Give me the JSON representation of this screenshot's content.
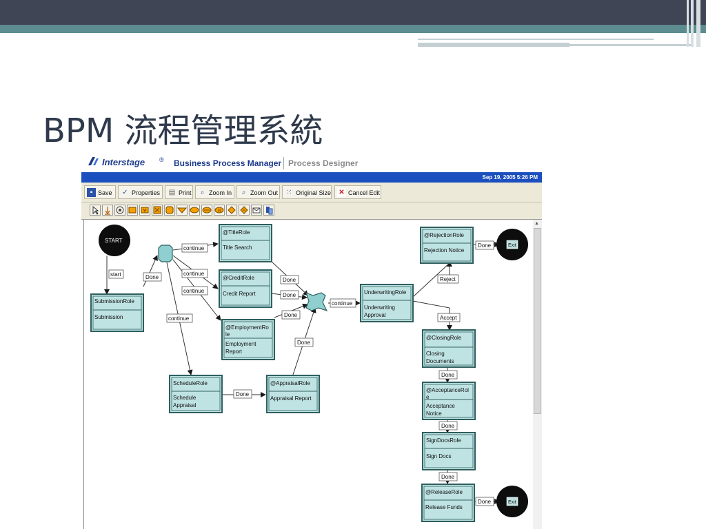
{
  "slide": {
    "title": "BPM 流程管理系統"
  },
  "app": {
    "logo_text": "Interstage",
    "logo_reg": "®",
    "product": "Business Process Manager",
    "module": "Process Designer",
    "datetime": "Sep 19, 2005 5:26 PM"
  },
  "toolbar": {
    "save": "Save",
    "properties": "Properties",
    "print": "Print",
    "zoom_in": "Zoom In",
    "zoom_out": "Zoom Out",
    "original_size": "Original Size",
    "cancel_edit": "Cancel Edit"
  },
  "diagram": {
    "start": "START",
    "exit_top": "Exit",
    "exit_bottom": "Exit",
    "nodes": {
      "submission": {
        "role": "SubmissionRole",
        "task": [
          "Submission"
        ]
      },
      "title": {
        "role": "@TitleRole",
        "task": [
          "Title Search"
        ]
      },
      "credit": {
        "role": "@CreditRole",
        "task": [
          "Credit Report"
        ]
      },
      "employment": {
        "role": [
          "@EmploymentRo",
          "le"
        ],
        "task": [
          "Employment",
          "Report"
        ]
      },
      "schedule": {
        "role": "ScheduleRole",
        "task": [
          "Schedule",
          "Appraisal"
        ]
      },
      "appraisal": {
        "role": "@AppraisalRole",
        "task": [
          "Appraisal Report"
        ]
      },
      "underwriting": {
        "role": "UnderwritingRole",
        "task": [
          "Underwriting",
          "Approval"
        ]
      },
      "rejection": {
        "role": "@RejectionRole",
        "task": [
          "Rejection Notice"
        ]
      },
      "closing": {
        "role": "@ClosingRole",
        "task": [
          "Closing",
          "Documents"
        ]
      },
      "acceptance": {
        "role": [
          "@AcceptanceRol",
          "e"
        ],
        "task": [
          "Acceptance",
          "Notice"
        ]
      },
      "signdocs": {
        "role": "SignDocsRole",
        "task": [
          "Sign Docs"
        ]
      },
      "release": {
        "role": "@ReleaseRole",
        "task": [
          "Release Funds"
        ]
      }
    },
    "labels": {
      "start": "start",
      "done_submission": "Done",
      "continue_title": "continue",
      "continue_credit": "continue",
      "continue_employment": "continue",
      "continue_schedule": "continue",
      "done_title": "Done",
      "done_credit": "Done",
      "done_employment": "Done",
      "done_appraisal": "Done",
      "done_schedule": "Done",
      "continue_underwriting": "continue",
      "reject": "Reject",
      "accept": "Accept",
      "done_rejection": "Done",
      "done_closing": "Done",
      "done_acceptance": "Done",
      "done_signdocs": "Done",
      "done_release": "Done"
    }
  }
}
